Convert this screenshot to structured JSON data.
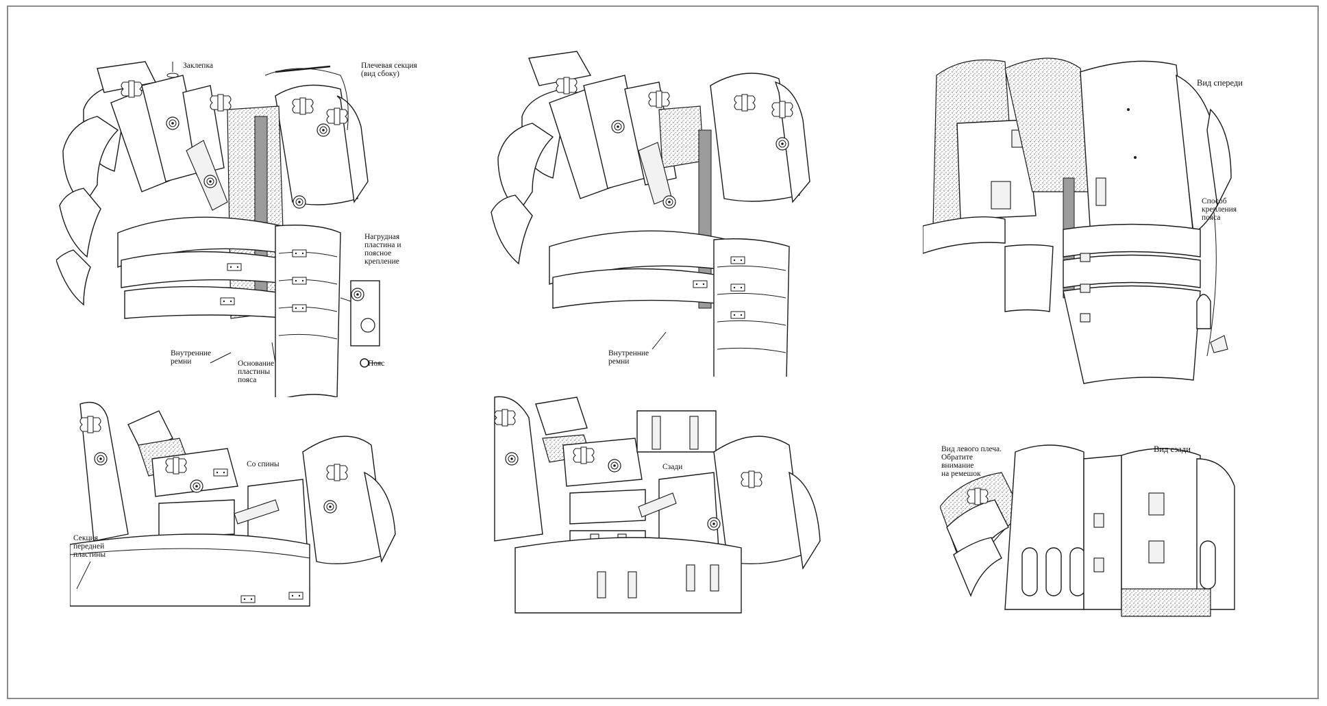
{
  "panels": {
    "p1": {
      "labels": {
        "rivet": "Заклепка",
        "shoulder_section": "Плечевая секция\n(вид сбоку)",
        "breastplate": "Нагрудная\nпластина и\nпоясное\nкрепление",
        "inner_straps": "Внутренние\nремни",
        "girdle_base": "Основание\nпластины\nпояса",
        "belt": "Пояс"
      }
    },
    "p2": {
      "labels": {
        "inner_straps": "Внутренние\nремни"
      }
    },
    "p3": {
      "labels": {
        "front_view": "Вид спереди",
        "belt_fastening": "Способ\nкрепления\nпояса"
      }
    },
    "p4": {
      "labels": {
        "from_back": "Со спины",
        "front_plate_section": "Секция\nпередней\nпластины"
      }
    },
    "p5": {
      "labels": {
        "behind": "Сзади"
      }
    },
    "p6": {
      "labels": {
        "left_shoulder": "Вид левого плеча.\nОбратите\nвнимание\nна ремешок",
        "rear_view": "Вид сзади"
      }
    }
  }
}
